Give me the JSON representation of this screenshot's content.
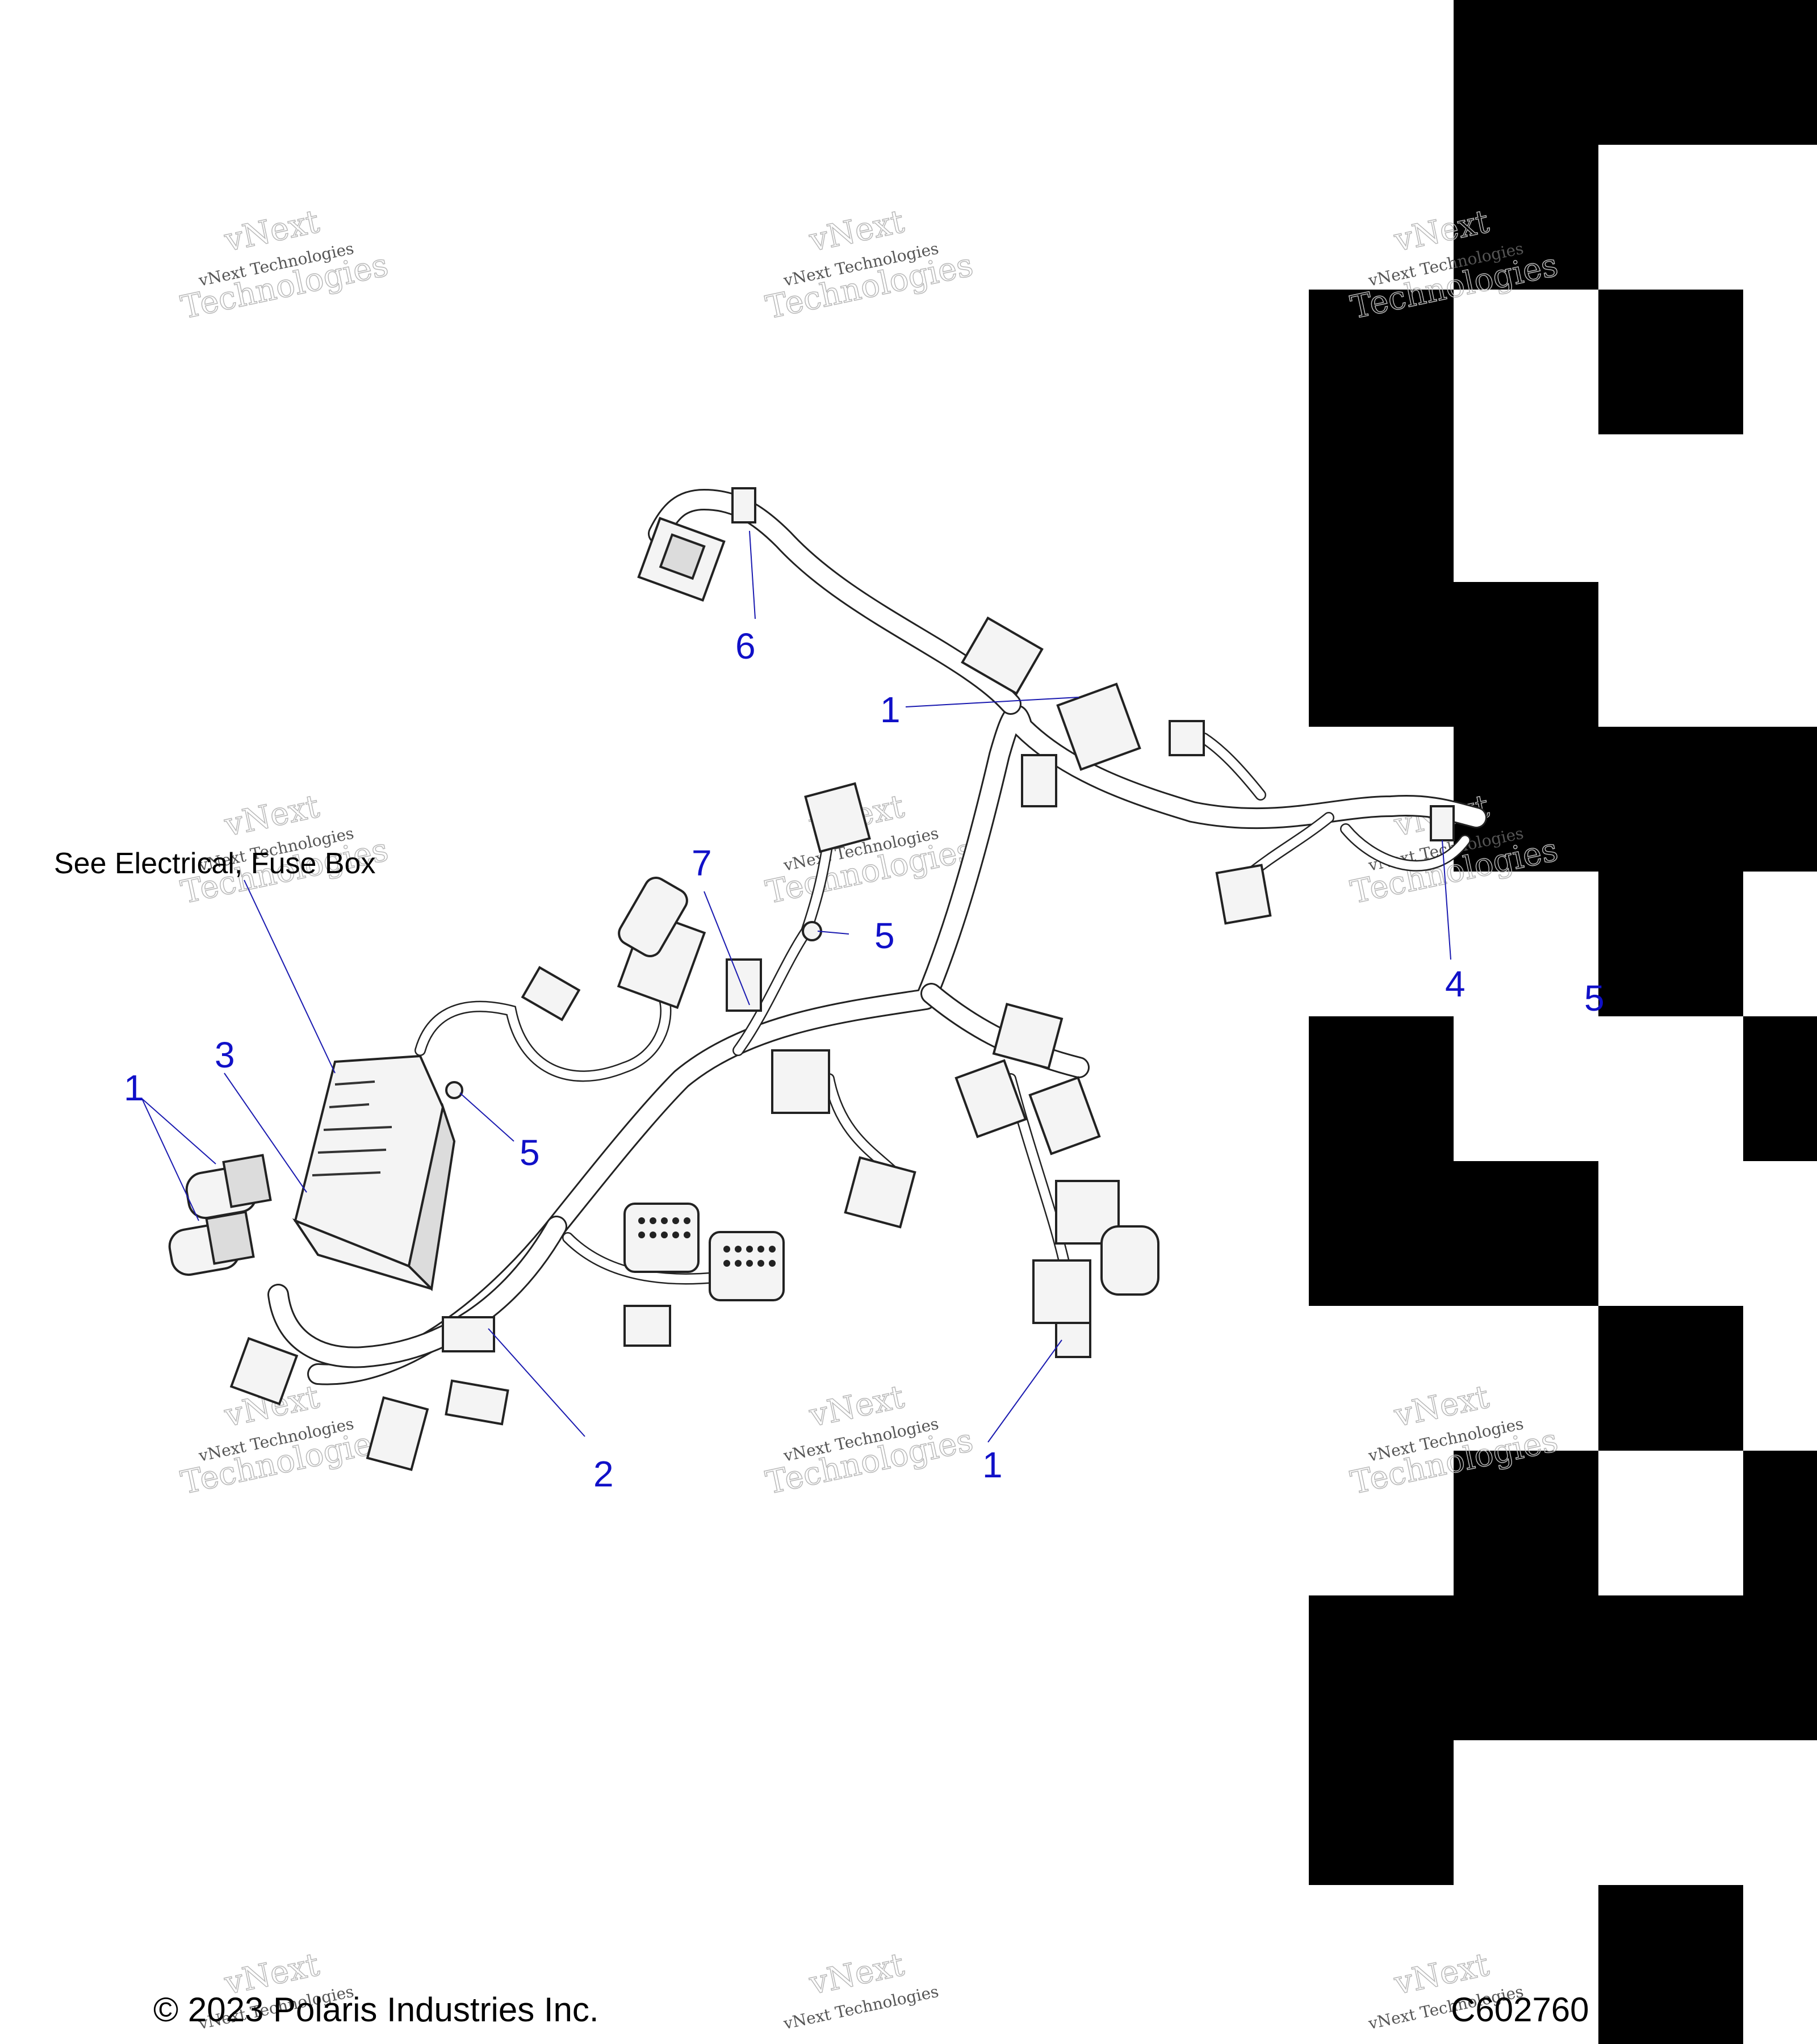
{
  "callouts": {
    "c1_top": "1",
    "c1_left": "1",
    "c1_bottom": "1",
    "c2": "2",
    "c3": "3",
    "c4": "4",
    "c5_center": "5",
    "c5_left": "5",
    "c5_right": "5",
    "c6": "6",
    "c7": "7"
  },
  "reference_note": "See Electrical, Fuse Box",
  "footer": {
    "copyright": "© 2023 Polaris Industries Inc.",
    "part_code": "C602760"
  },
  "watermark": {
    "line1": "vNext Technologies",
    "line2": "Technologies",
    "top": "vNext"
  }
}
